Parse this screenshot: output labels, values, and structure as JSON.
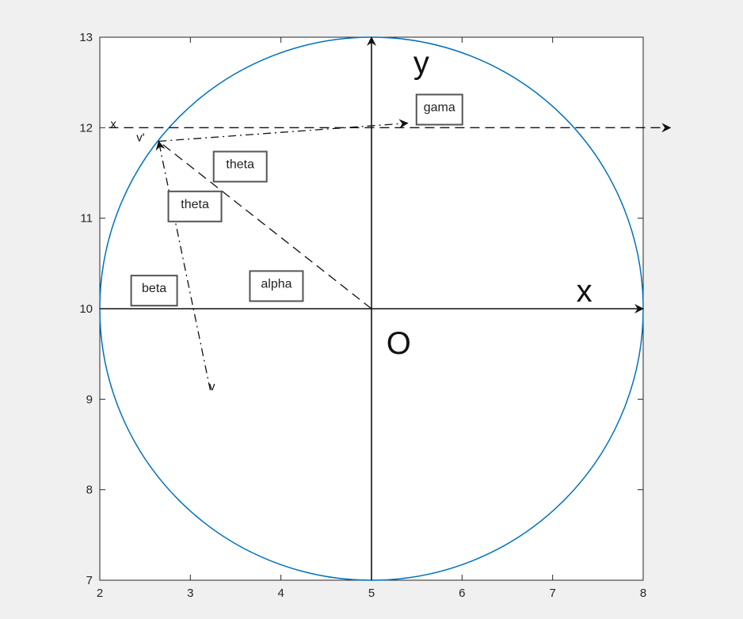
{
  "chart_data": {
    "type": "line",
    "title": "",
    "xlabel": "",
    "ylabel": "",
    "xlim": [
      2,
      8
    ],
    "ylim": [
      7,
      13
    ],
    "xticks": [
      "2",
      "3",
      "4",
      "5",
      "6",
      "7",
      "8"
    ],
    "yticks": [
      "7",
      "8",
      "9",
      "10",
      "11",
      "12",
      "13"
    ],
    "grid": false,
    "colors": {
      "circle": "#0072bd",
      "lines": "#111111",
      "axes": "#262626"
    },
    "circle": {
      "center": [
        5,
        10
      ],
      "radius": 3
    },
    "series": [
      {
        "style": "dashed",
        "points": [
          [
            2.1,
            12
          ],
          [
            8.3,
            12
          ]
        ]
      },
      {
        "style": "solid",
        "points": [
          [
            2,
            10
          ],
          [
            8,
            10
          ]
        ]
      },
      {
        "style": "solid",
        "points": [
          [
            5,
            7
          ],
          [
            5,
            13
          ]
        ]
      },
      {
        "style": "dashed",
        "points": [
          [
            5,
            10
          ],
          [
            2.65,
            11.85
          ]
        ]
      },
      {
        "style": "dash-dot",
        "points": [
          [
            3.22,
            9.1
          ],
          [
            2.65,
            11.85
          ]
        ]
      },
      {
        "style": "dash-dot",
        "points": [
          [
            2.65,
            11.85
          ],
          [
            5.4,
            12.05
          ]
        ]
      }
    ],
    "point_labels": [
      {
        "text": "x",
        "x": 2.15,
        "y": 12
      },
      {
        "text": "v'",
        "x": 2.45,
        "y": 11.85
      },
      {
        "text": "v",
        "x": 3.24,
        "y": 9.1
      },
      {
        "text": "y",
        "x": 5.55,
        "y": 12.6,
        "size": "large"
      },
      {
        "text": "x",
        "x": 7.35,
        "y": 10.08,
        "size": "large"
      },
      {
        "text": "O",
        "x": 5.3,
        "y": 9.5,
        "size": "large"
      }
    ],
    "annotations": [
      {
        "text": "gama",
        "x": 5.75,
        "y": 12.2
      },
      {
        "text": "theta",
        "x": 3.55,
        "y": 11.57
      },
      {
        "text": "theta",
        "x": 3.05,
        "y": 11.13
      },
      {
        "text": "beta",
        "x": 2.6,
        "y": 10.2
      },
      {
        "text": "alpha",
        "x": 3.95,
        "y": 10.25
      }
    ]
  }
}
